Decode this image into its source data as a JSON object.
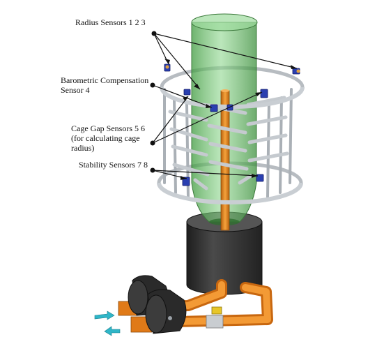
{
  "labels": {
    "radius_sensors": "Radius Sensors 1 2 3",
    "barometric_sensor": "Barometric Compensation\nSensor 4",
    "cage_gap_sensors": "Cage Gap Sensors 5 6\n(for calculating cage\nradius)",
    "stability_sensors": "Stability Sensors 7 8"
  },
  "colors": {
    "film_bubble": "#66c266",
    "center_pipe": "#e08a20",
    "cage_frame": "#b7bcc1",
    "sensor_blue": "#2a3fb0",
    "die_body": "#3a3a3a",
    "flow_arrow": "#2fb6c8"
  }
}
